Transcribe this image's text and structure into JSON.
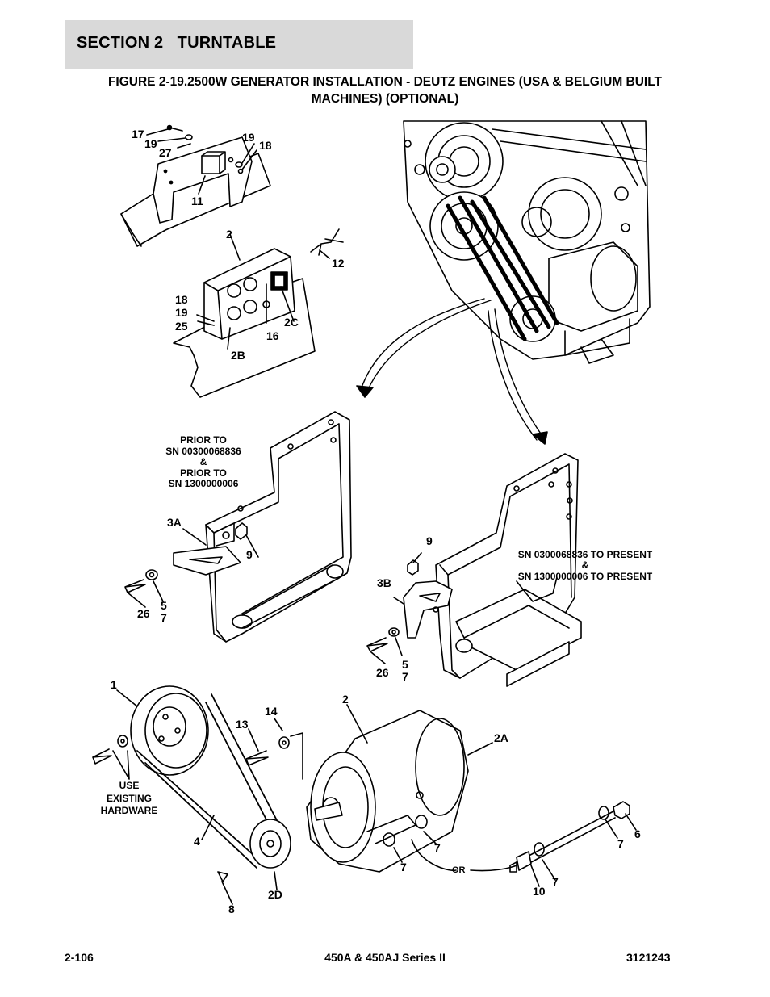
{
  "header": {
    "section": "SECTION 2   TURNTABLE",
    "figure_line1": "FIGURE 2-19.2500W GENERATOR INSTALLATION - DEUTZ ENGINES (USA & BELGIUM BUILT",
    "figure_line2": "MACHINES) (OPTIONAL)"
  },
  "callouts": {
    "c17": "17",
    "c19a": "19",
    "c27": "27",
    "c19b": "19",
    "c18a": "18",
    "c11": "11",
    "c2a": "2",
    "c12": "12",
    "c18b": "18",
    "c19c": "19",
    "c25": "25",
    "c2c": "2C",
    "c16": "16",
    "c2b": "2B",
    "c3a": "3A",
    "c9a": "9",
    "c26a": "26",
    "c5a": "5",
    "c7a": "7",
    "c9b": "9",
    "c3b": "3B",
    "c26b": "26",
    "c5b": "5",
    "c7b": "7",
    "c1": "1",
    "c14": "14",
    "c13": "13",
    "c2d_top": "2",
    "c2A": "2A",
    "c4": "4",
    "c2D": "2D",
    "c8": "8",
    "c7c": "7",
    "c7d": "7",
    "c7e": "7",
    "c6": "6",
    "c10": "10",
    "c7f": "7"
  },
  "notes": {
    "prior": [
      "PRIOR TO",
      "SN 00300068836",
      "&",
      "PRIOR TO",
      "SN 1300000006"
    ],
    "present": [
      "SN 0300068836 TO PRESENT",
      "&",
      "SN 1300000006 TO PRESENT"
    ],
    "hardware": [
      "USE",
      "EXISTING",
      "HARDWARE"
    ],
    "or": "OR"
  },
  "footer": {
    "page": "2-106",
    "model": "450A & 450AJ Series II",
    "doc_number": "3121243"
  }
}
